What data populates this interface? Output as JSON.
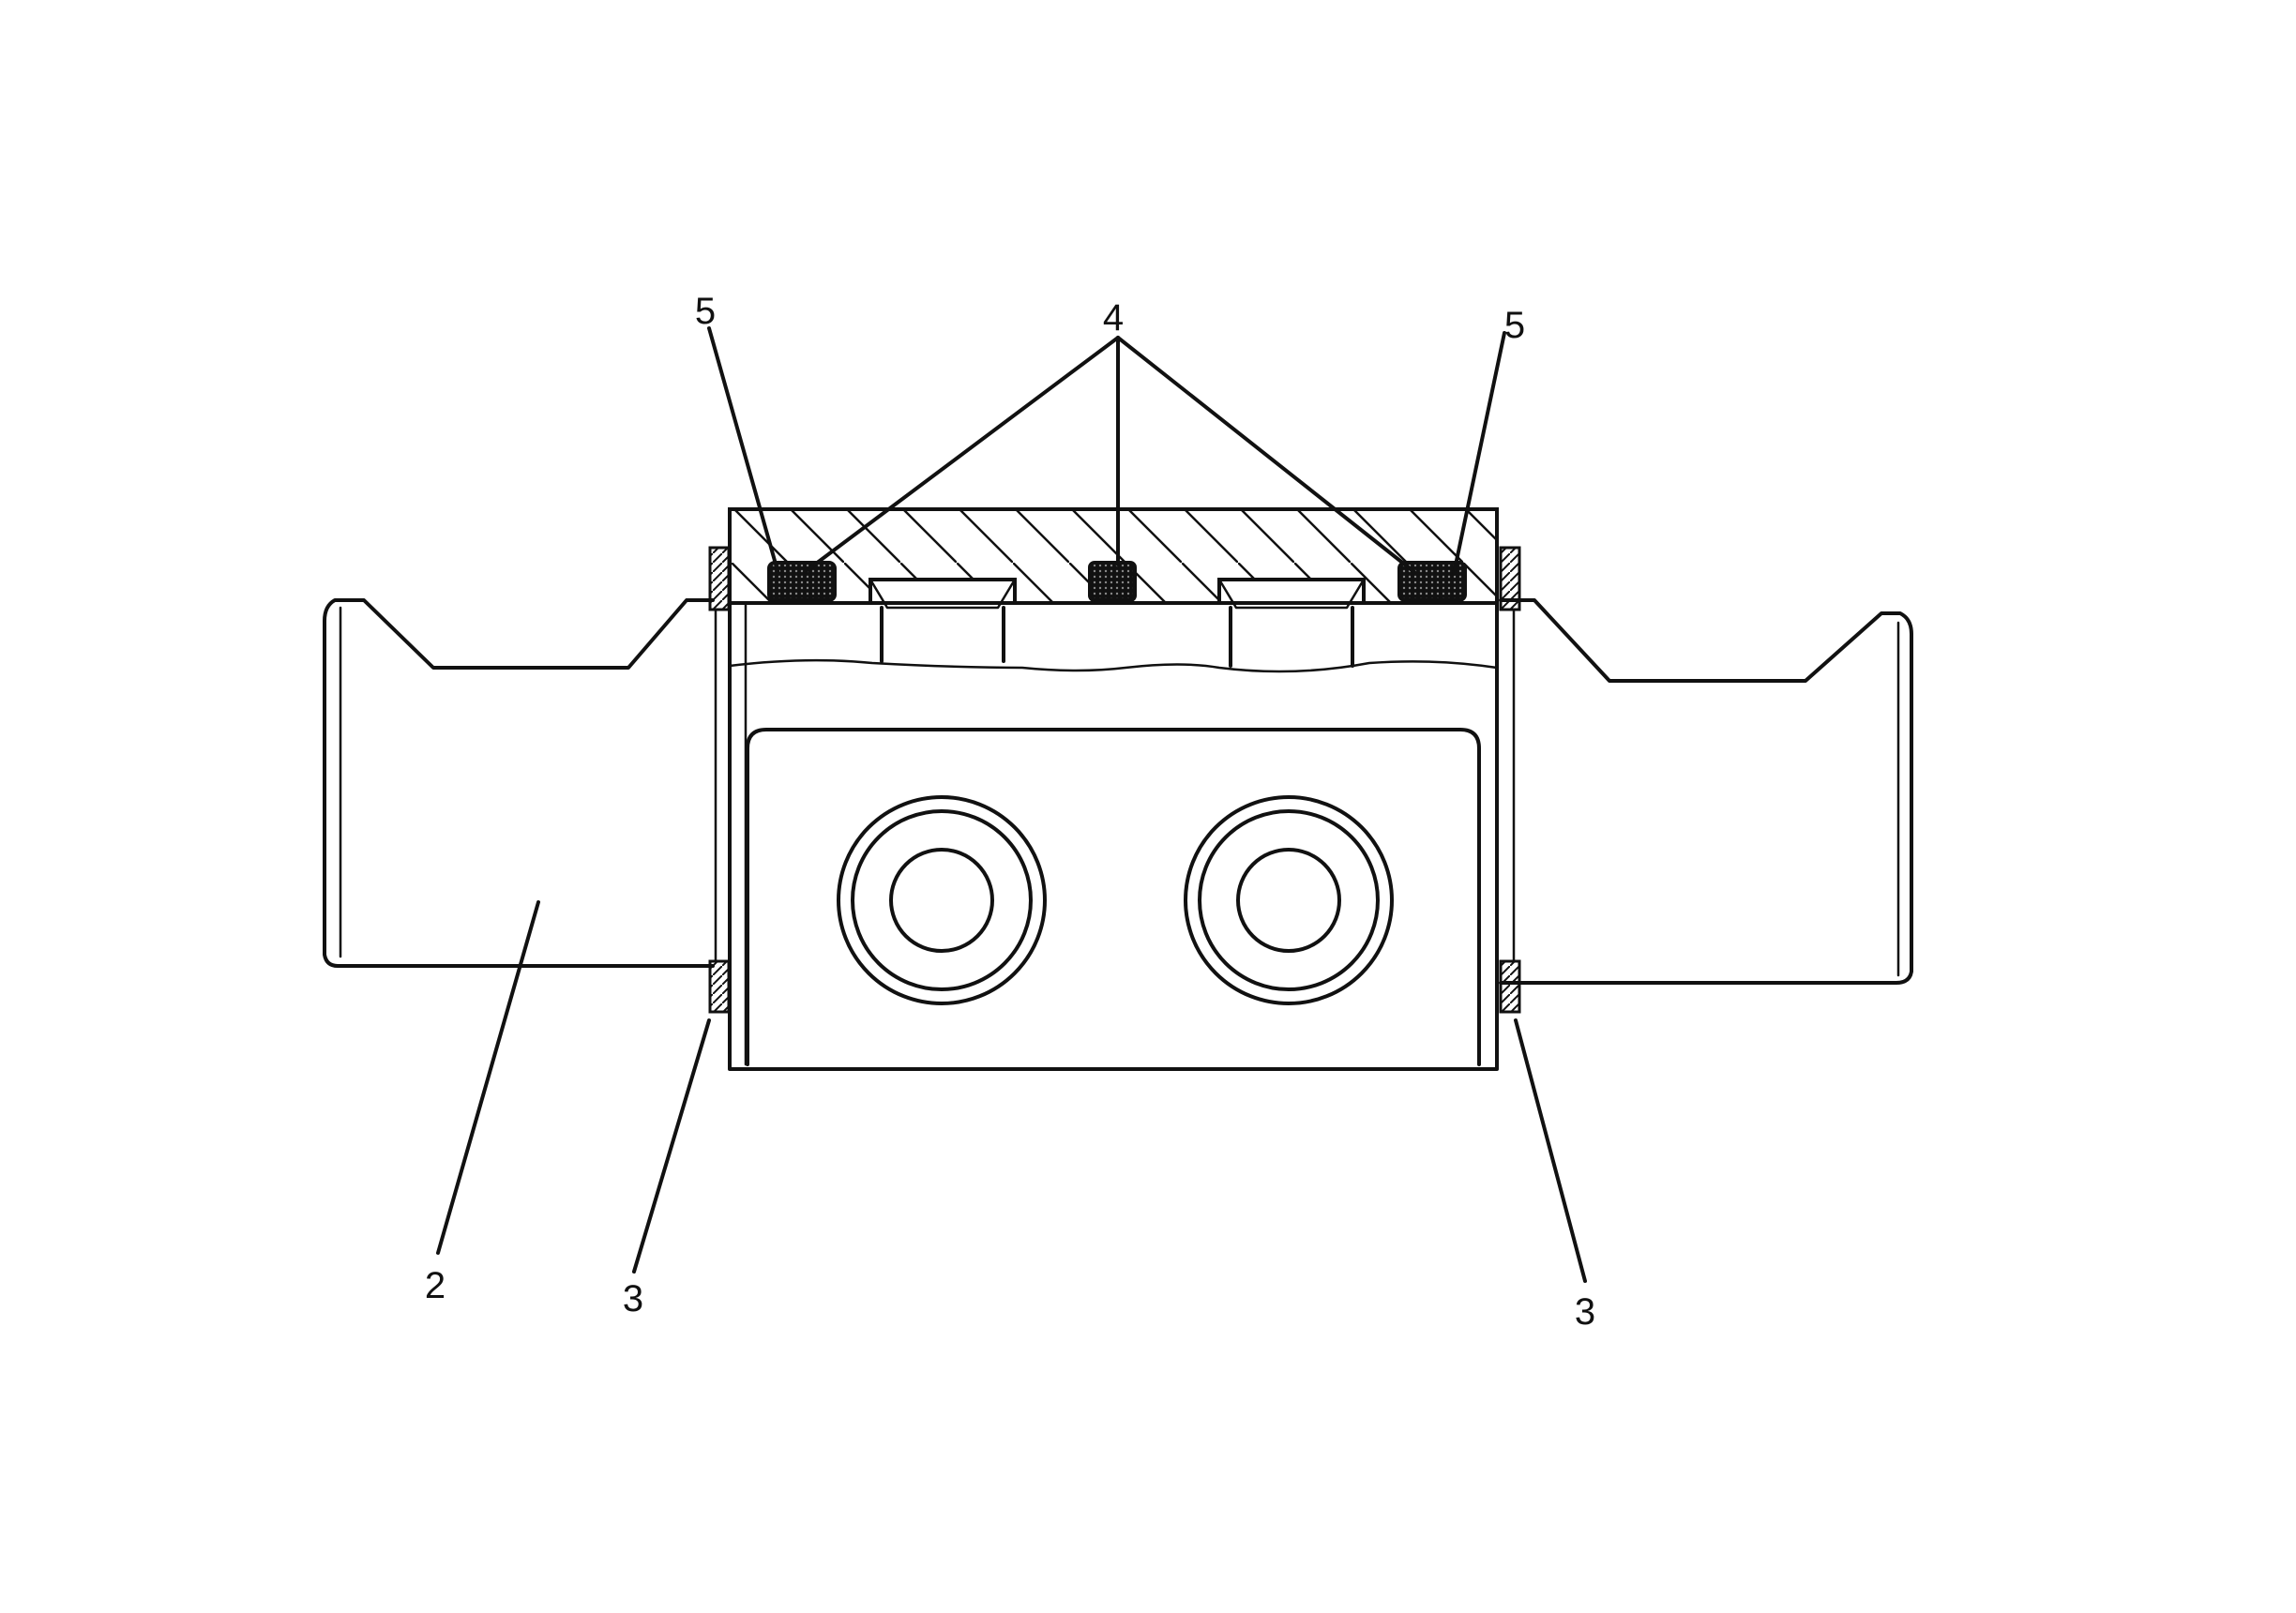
{
  "figure": {
    "labels": {
      "shaft": "2",
      "washer_left": "3",
      "washer_right": "3",
      "seals": "4",
      "ring_left": "5",
      "ring_right": "5"
    }
  }
}
